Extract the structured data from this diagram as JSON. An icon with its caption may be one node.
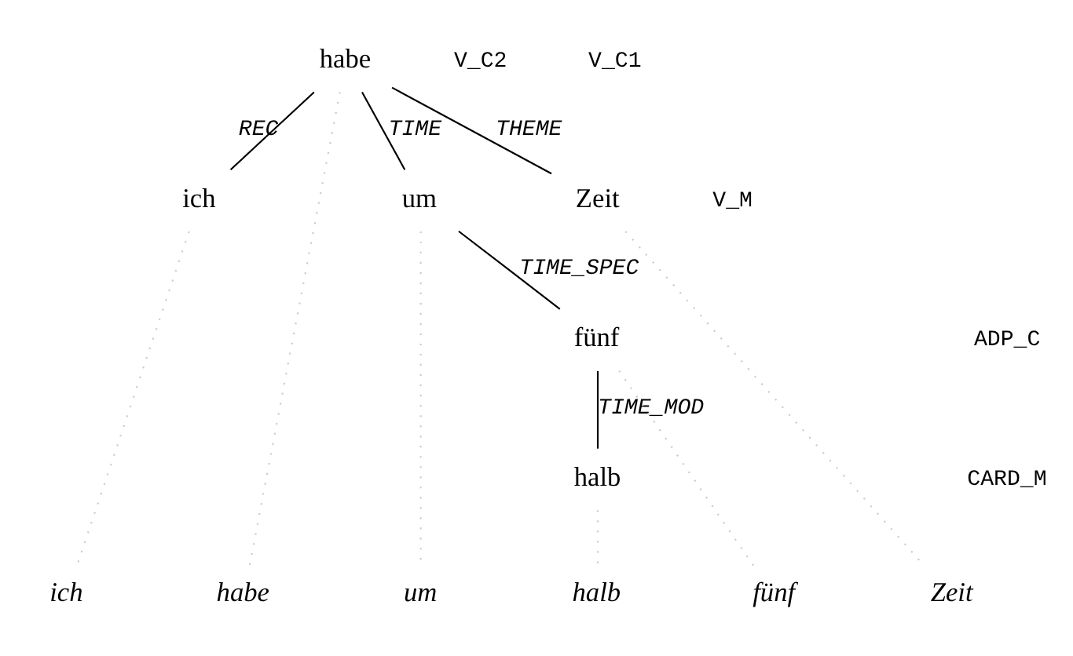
{
  "diagram": {
    "nodes": [
      {
        "text": [
          "habe"
        ]
      },
      {
        "text": [
          "ich"
        ]
      },
      {
        "text": [
          "um"
        ]
      },
      {
        "text": [
          "Zeit"
        ]
      },
      {
        "text": [
          "fünf"
        ]
      },
      {
        "text": [
          "halb"
        ]
      },
      {
        "text": [
          "ich"
        ]
      },
      {
        "text": [
          "habe"
        ]
      },
      {
        "text": [
          "um"
        ]
      },
      {
        "text": [
          "halb"
        ]
      },
      {
        "text": [
          "fünf"
        ]
      },
      {
        "text": [
          "Zeit"
        ]
      }
    ],
    "edges": [
      {
        "from": 0,
        "to": 1,
        "arrow": "none",
        "label": "REC",
        "color": "#000000"
      },
      {
        "from": 0,
        "to": 2,
        "arrow": "none",
        "label": "TIME",
        "color": "#000000"
      },
      {
        "from": 0,
        "to": 3,
        "arrow": "none",
        "label": "THEME",
        "color": "#000000"
      },
      {
        "from": 2,
        "to": 4,
        "arrow": "none",
        "label": "TIME_SPEC",
        "color": "#000000"
      },
      {
        "from": 4,
        "to": 5,
        "arrow": "none",
        "label": "TIME_MOD",
        "color": "#000000"
      },
      {
        "from": 1,
        "to": 6,
        "arrow": "none",
        "style": "dashed",
        "color": "#cccccc"
      },
      {
        "from": 0,
        "to": 7,
        "arrow": "none",
        "style": "dashed",
        "color": "#cccccc"
      },
      {
        "from": 2,
        "to": 8,
        "arrow": "none",
        "style": "dashed",
        "color": "#cccccc"
      },
      {
        "from": 5,
        "to": 9,
        "arrow": "none",
        "style": "dashed",
        "color": "#cccccc"
      },
      {
        "from": 4,
        "to": 10,
        "arrow": "none",
        "style": "dashed",
        "color": "#cccccc"
      },
      {
        "from": 3,
        "to": 11,
        "arrow": "none",
        "style": "dashed",
        "color": "#cccccc"
      }
    ],
    "labels": [
      "V_C2",
      "V_C1",
      "V_M",
      "ADP_C",
      "CARD_M"
    ]
  }
}
